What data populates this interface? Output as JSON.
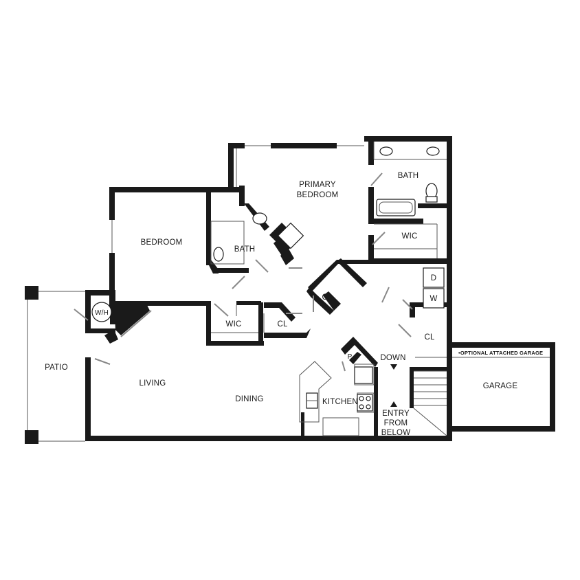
{
  "rooms": {
    "primary_bedroom": "PRIMARY\nBEDROOM",
    "primary_bedroom_line1": "PRIMARY",
    "primary_bedroom_line2": "BEDROOM",
    "bath_primary": "BATH",
    "bath_secondary": "BATH",
    "bedroom": "BEDROOM",
    "wic_primary": "WIC",
    "wic_secondary": "WIC",
    "cl_hall": "CL",
    "cl_secondary": "CL",
    "cl_entry": "CL",
    "washer": "W",
    "dryer": "D",
    "water_heater": "W/H",
    "patio": "PATIO",
    "living": "LIVING",
    "dining": "DINING",
    "kitchen": "KITCHEN",
    "pantry": "P",
    "down": "DOWN",
    "entry_line1": "ENTRY",
    "entry_line2": "FROM",
    "entry_line3": "BELOW",
    "garage": "GARAGE",
    "optional_garage_note": "•OPTIONAL ATTACHED GARAGE"
  },
  "colors": {
    "wall": "#1a1a1a",
    "background": "#ffffff",
    "fixture_line": "#555555"
  }
}
